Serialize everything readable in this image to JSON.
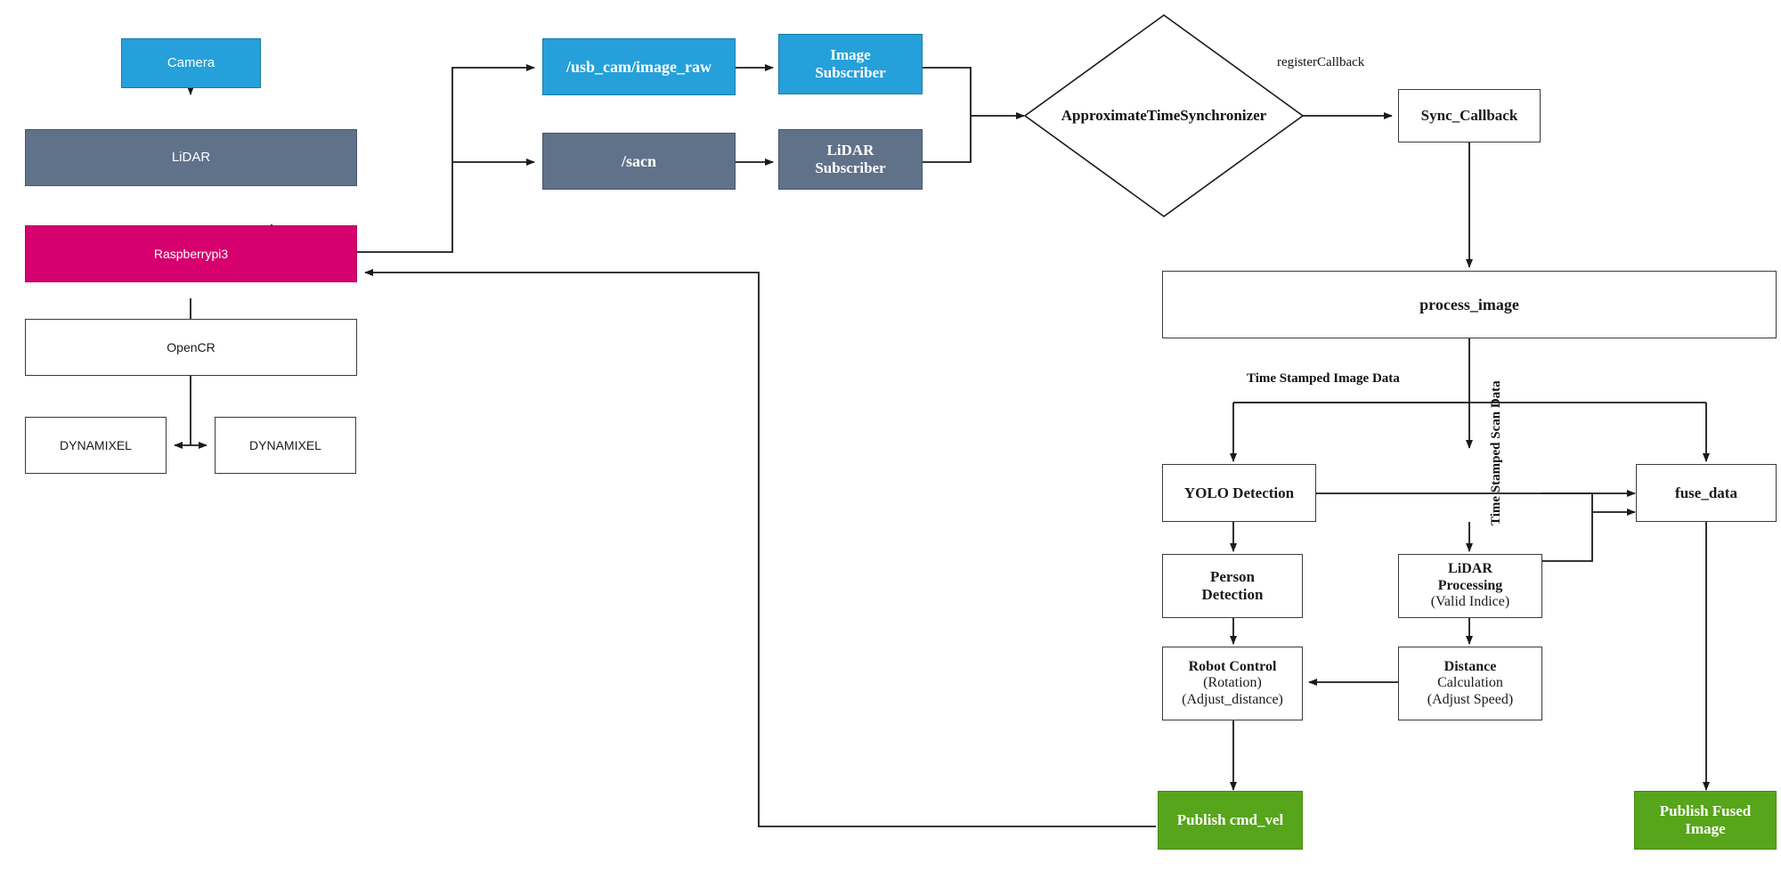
{
  "diagram": {
    "title": "ROS Camera-LiDAR Fusion Person Following Pipeline",
    "colors": {
      "blue": "#26a0da",
      "gray": "#60728a",
      "pink": "#d6006e",
      "green": "#57a51a",
      "white": "#ffffff",
      "stroke": "#3b3b3b",
      "text_light": "#ffffff",
      "text_dark": "#1a1a1a"
    },
    "nodes": {
      "camera": {
        "label": "Camera"
      },
      "lidar": {
        "label": "LiDAR"
      },
      "raspberrypi3": {
        "label": "Raspberrypi3"
      },
      "opencr": {
        "label": "OpenCR"
      },
      "dynamixel_left": {
        "label": "DYNAMIXEL"
      },
      "dynamixel_right": {
        "label": "DYNAMIXEL"
      },
      "topic_image_raw": {
        "label": "/usb_cam/image_raw"
      },
      "topic_scan": {
        "label": "/sacn"
      },
      "image_subscriber": {
        "line1": "Image",
        "line2": "Subscriber"
      },
      "lidar_subscriber": {
        "line1": "LiDAR",
        "line2": "Subscriber"
      },
      "approx_time_sync": {
        "label": "ApproximateTimeSynchronizer"
      },
      "sync_callback": {
        "label": "Sync_Callback"
      },
      "process_image": {
        "label": "process_image"
      },
      "yolo_detection": {
        "label": "YOLO Detection"
      },
      "fuse_data": {
        "label": "fuse_data"
      },
      "person_detection": {
        "line1": "Person",
        "line2": "Detection"
      },
      "lidar_processing": {
        "line1": "LiDAR",
        "line2": "Processing",
        "line3": "(Valid Indice)"
      },
      "robot_control": {
        "line1": "Robot Control",
        "line2": "(Rotation)",
        "line3": "(Adjust_distance)"
      },
      "distance_calculation": {
        "line1": "Distance",
        "line2": "Calculation",
        "line3": "(Adjust Speed)"
      },
      "publish_cmd_vel": {
        "label": "Publish cmd_vel"
      },
      "publish_fused_image": {
        "line1": "Publish Fused",
        "line2": "Image"
      }
    },
    "edge_labels": {
      "register_callback": "registerCallback",
      "time_stamped_image_data": "Time Stamped Image Data",
      "time_stamped_scan_data": "Time Stamped Scan Data"
    }
  }
}
